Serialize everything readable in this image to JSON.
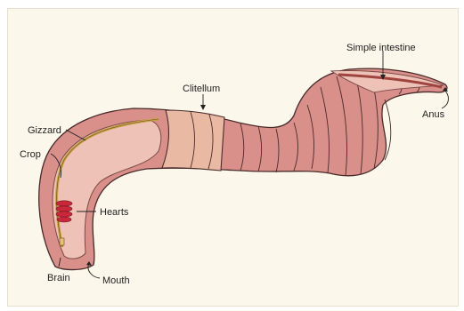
{
  "diagram": {
    "labels": {
      "simple_intestine": "Simple intestine",
      "clitellum": "Clitellum",
      "gizzard": "Gizzard",
      "crop": "Crop",
      "hearts": "Hearts",
      "anus": "Anus",
      "brain": "Brain",
      "mouth": "Mouth"
    },
    "colors": {
      "background": "#fbf7ea",
      "body": "#d98f8a",
      "body_dark": "#c27570",
      "clitellum": "#e9b9a3",
      "cavity": "#efc2b8",
      "gut_tube": "#c9a24a",
      "hearts": "#c8283a",
      "outline": "#4a2b2b"
    }
  }
}
